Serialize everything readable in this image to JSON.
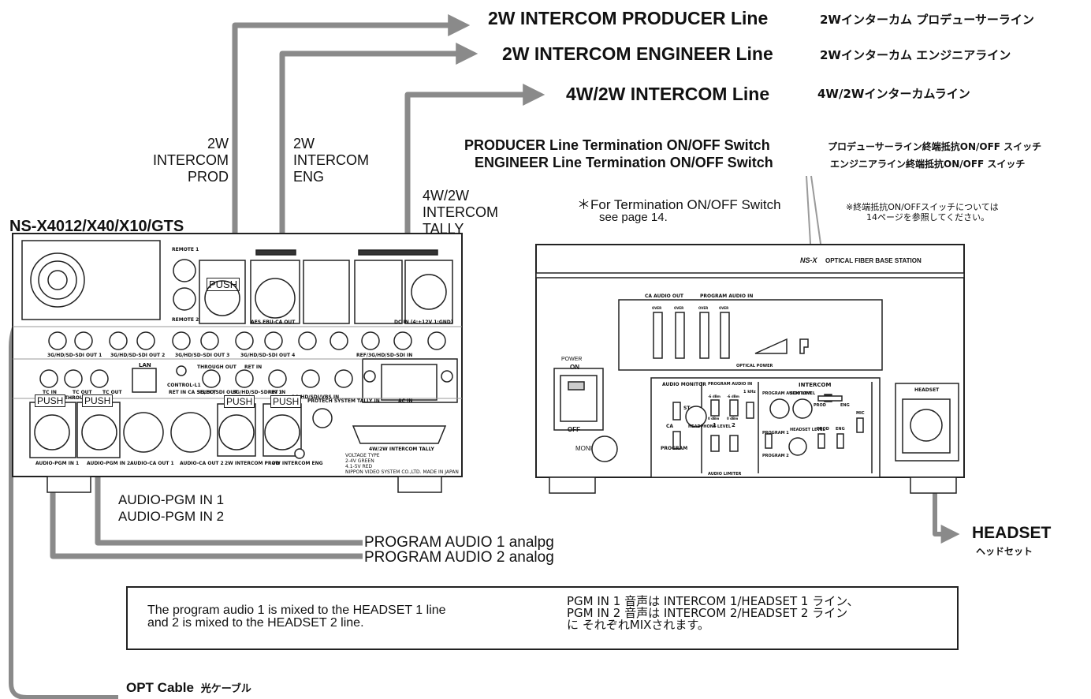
{
  "lines": {
    "producer_en": "2W INTERCOM PRODUCER Line",
    "producer_jp": "2Wインターカム プロデューサーライン",
    "engineer_en": "2W INTERCOM ENGINEER Line",
    "engineer_jp": "2Wインターカム エンジニアライン",
    "fourw_en": "4W/2W INTERCOM Line",
    "fourw_jp": "4W/2Wインターカムライン"
  },
  "termination": {
    "producer_en": "PRODUCER Line Termination ON/OFF Switch",
    "producer_jp": "プロデューサーライン終端抵抗ON/OFF スイッチ",
    "engineer_en": "ENGINEER Line Termination ON/OFF Switch",
    "engineer_jp": "エンジニアライン終端抵抗ON/OFF スイッチ",
    "note_en_1": "＊For Termination ON/OFF Switch",
    "note_en_2": "see page 14.",
    "note_jp_1": "※終端抵抗ON/OFFスイッチについては",
    "note_jp_2": "14ページを参照してください。"
  },
  "cable_labels": {
    "prod_1": "2W",
    "prod_2": "INTERCOM",
    "prod_3": "PROD",
    "eng_1": "2W",
    "eng_2": "INTERCOM",
    "eng_3": "ENG",
    "tally_1": "4W/2W",
    "tally_2": "INTERCOM",
    "tally_3": "TALLY"
  },
  "device_left": {
    "title": "NS-X4012/X40/X10/GTS",
    "panel": {
      "remote1": "REMOTE 1",
      "remote2": "REMOTE 2",
      "push": "PUSH",
      "aes": "AES EBU-CA OUT",
      "dc_in": "DC IN (4:+12V 1:GND)",
      "sdi1": "3G/HD/SD-SDI OUT 1",
      "sdi2": "3G/HD/SD-SDI OUT 2",
      "sdi3": "3G/HD/SD-SDI OUT 3",
      "sdi4": "3G/HD/SD-SDI OUT 4",
      "ref": "REF/3G/HD/SD-SDI IN",
      "lan": "LAN",
      "control": "CONTROL-L1",
      "through_out": "THROUGH OUT",
      "ret_in": "RET IN",
      "ac_in": "AC IN",
      "tc_in": "TC IN",
      "tc_out": "TC OUT",
      "through": "THROUGH OUT",
      "ret_ca": "RET IN CA SELECT",
      "sdi_out": "3G/HD/SDI OUT",
      "sdi_in1": "3G/HD/SD-SDI IN 1",
      "ret_in2": "RET IN",
      "vbs": "3G/HD/SDI/VBS IN",
      "tally_in": "PROTECH SYSTEM TALLY IN",
      "tally_conn": "4W/2W INTERCOM TALLY",
      "pgm1": "AUDIO-PGM IN 1",
      "pgm2": "AUDIO-PGM IN 2",
      "ca1": "AUDIO-CA OUT 1",
      "ca2": "AUDIO-CA OUT 2",
      "icom_prod": "2W INTERCOM PROD",
      "icom_eng": "2W INTERCOM ENG",
      "voltage": "VOLTAGE TYPE",
      "v1": "2-4V GREEN",
      "v2": "4.1-5V RED",
      "maker": "NIPPON VIDEO SYSTEM CO.,LTD.  MADE IN JAPAN"
    }
  },
  "device_right": {
    "brand": "NS-X",
    "name": "OPTICAL FIBER BASE STATION",
    "ca_audio_out": "CA AUDIO OUT",
    "program_audio_in": "PROGRAM AUDIO IN",
    "over": "OVER",
    "optical_power": "OPTICAL POWER",
    "power": "POWER",
    "on": "ON",
    "off": "OFF",
    "moni": "MONI",
    "headset": "HEADSET",
    "audio_monitor": "AUDIO MONITOR",
    "st": "ST",
    "ca": "CA",
    "program": "PROGRAM",
    "headphone_level": "HEADPHONE LEVEL",
    "program_audio_in2": "PROGRAM AUDIO IN",
    "audio_limiter": "AUDIO LIMITER",
    "intercom": "INTERCOM",
    "program_audio_level": "PROGRAM AUDIO LEVEL",
    "sidetone": "SIDETONE",
    "prod": "PROD",
    "eng": "ENG",
    "headset_level": "HEADSET LEVEL",
    "program1": "PROGRAM 1",
    "program2": "PROGRAM 2",
    "mic": "MIC",
    "khz": "1 kHz",
    "n1": "1",
    "n2": "2",
    "dbm": "0 dBm",
    "dbm2": "-6 dBm"
  },
  "pgm_inputs": {
    "in1": "AUDIO-PGM IN 1",
    "in2": "AUDIO-PGM IN 2"
  },
  "program_audio": {
    "a1": "PROGRAM AUDIO 1  analpg",
    "a2": "PROGRAM AUDIO 2  analog"
  },
  "headset": {
    "en": "HEADSET",
    "jp": "ヘッドセット"
  },
  "note": {
    "en_1": "The program audio 1 is mixed to the HEADSET 1 line",
    "en_2": "and 2 is mixed to the HEADSET 2 line.",
    "jp_1": "PGM IN 1 音声は INTERCOM 1/HEADSET 1 ライン、",
    "jp_2": "PGM IN 2 音声は INTERCOM 2/HEADSET 2 ライン",
    "jp_3": "に それぞれMIXされます。"
  },
  "opt_cable": {
    "en": "OPT Cable",
    "jp": "光ケーブル"
  }
}
